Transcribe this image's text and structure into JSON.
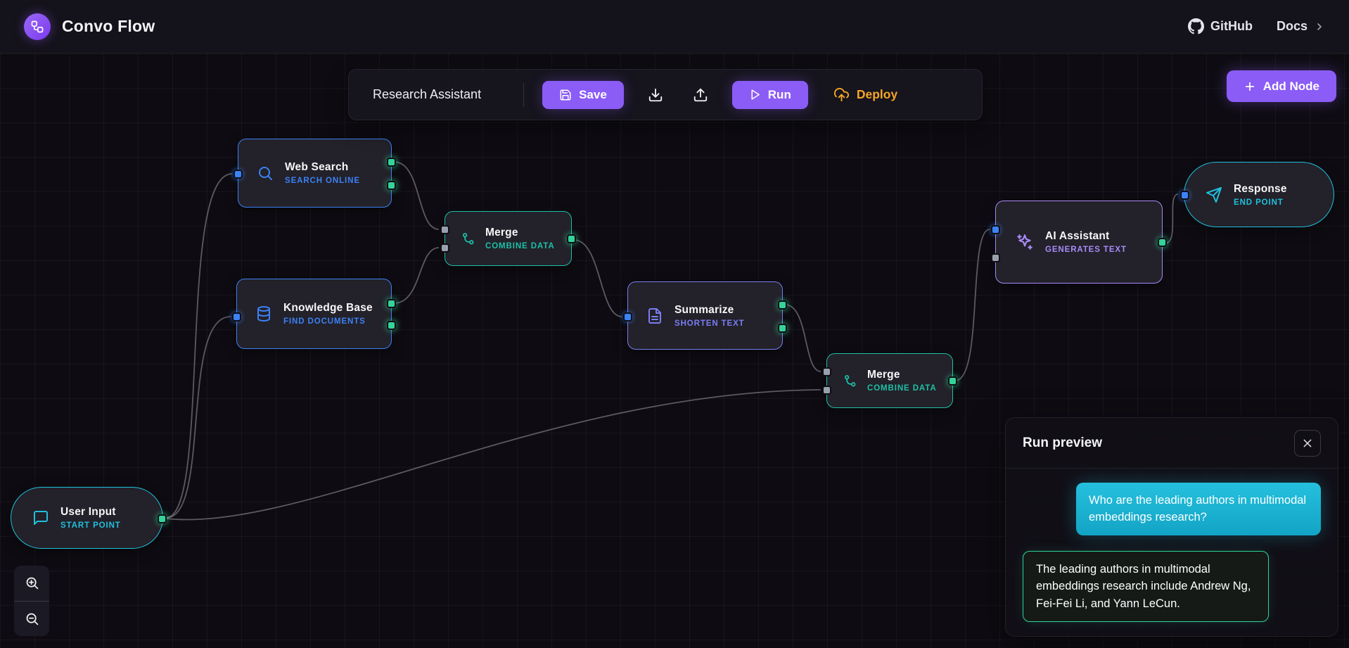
{
  "header": {
    "app_title": "Convo Flow",
    "github_label": "GitHub",
    "docs_label": "Docs"
  },
  "toolbar": {
    "flow_name": "Research Assistant",
    "save_label": "Save",
    "run_label": "Run",
    "deploy_label": "Deploy"
  },
  "add_node_label": "Add Node",
  "nodes": {
    "web_search": {
      "title": "Web Search",
      "subtitle": "SEARCH ONLINE",
      "icon": "search-icon",
      "accent": "#3b82f6"
    },
    "knowledge_base": {
      "title": "Knowledge Base",
      "subtitle": "FIND DOCUMENTS",
      "icon": "database-icon",
      "accent": "#3b82f6"
    },
    "merge_1": {
      "title": "Merge",
      "subtitle": "COMBINE DATA",
      "icon": "git-merge-icon",
      "accent": "#1cc0a8"
    },
    "summarize": {
      "title": "Summarize",
      "subtitle": "SHORTEN TEXT",
      "icon": "file-text-icon",
      "accent": "#787ef2"
    },
    "merge_2": {
      "title": "Merge",
      "subtitle": "COMBINE DATA",
      "icon": "git-merge-icon",
      "accent": "#1cc0a8"
    },
    "ai_assistant": {
      "title": "AI Assistant",
      "subtitle": "GENERATES TEXT",
      "icon": "sparkles-icon",
      "accent": "#a78bfa"
    },
    "response": {
      "title": "Response",
      "subtitle": "END POINT",
      "icon": "send-icon",
      "accent": "#1fc0dd"
    },
    "user_input": {
      "title": "User Input",
      "subtitle": "START POINT",
      "icon": "chat-icon",
      "accent": "#1fc0dd"
    }
  },
  "run_preview": {
    "title": "Run preview",
    "user_message": "Who are the leading authors in multimodal embeddings research?",
    "assistant_message": "The leading authors in multimodal embeddings research include Andrew Ng, Fei-Fei Li, and Yann LeCun."
  },
  "colors": {
    "accent_purple": "#8b5cf6",
    "deploy_amber": "#f5a623",
    "node_blue": "#3b82f6",
    "node_teal": "#1cc0a8",
    "node_indigo": "#787ef2",
    "node_purple": "#a78bfa",
    "node_cyan": "#1fc0dd",
    "user_bubble_cyan": "#18b0d0",
    "assistant_border_green": "#2fd39a"
  }
}
